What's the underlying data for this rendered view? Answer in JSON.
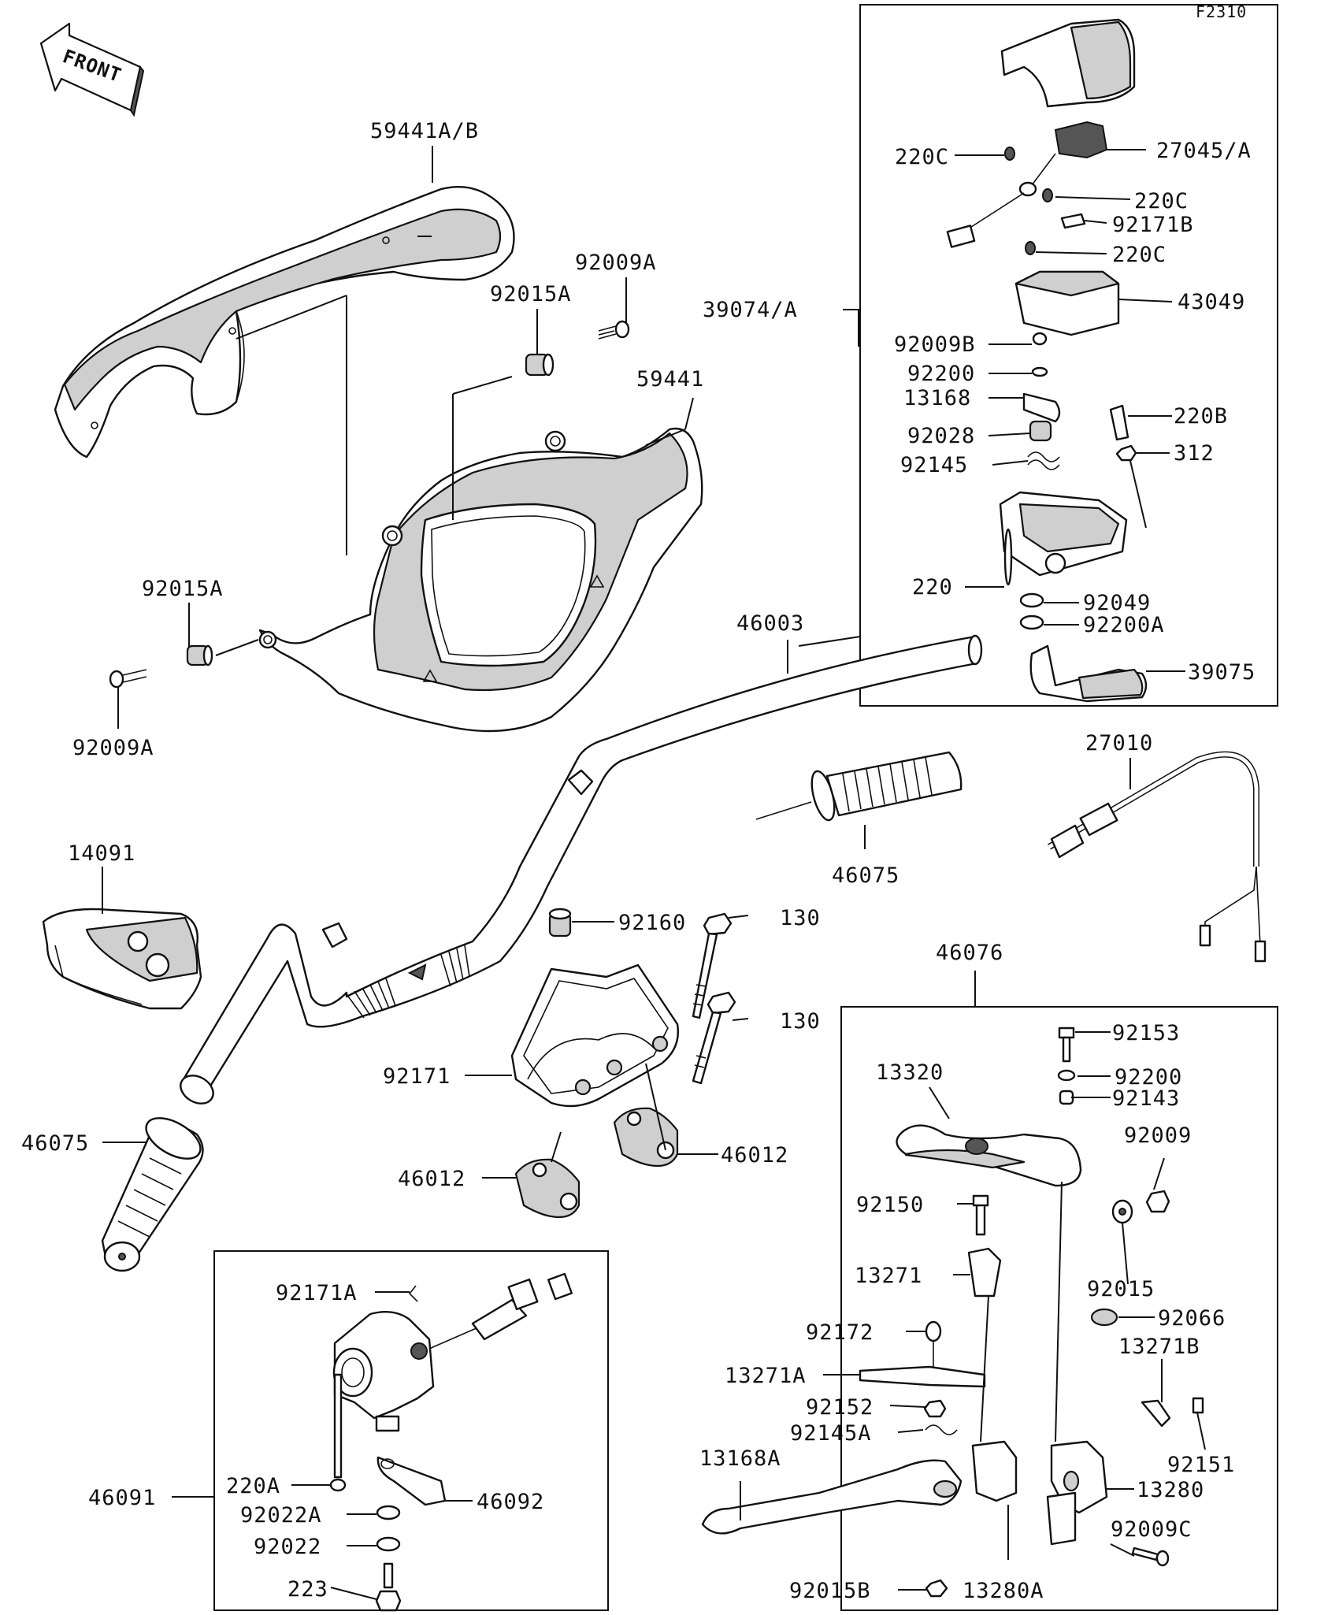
{
  "figure_code": "F2310",
  "front_label": "FRONT",
  "labels": [
    {
      "id": "59441ab",
      "text": "59441A/B"
    },
    {
      "id": "92009a-top",
      "text": "92009A"
    },
    {
      "id": "92015a-top",
      "text": "92015A"
    },
    {
      "id": "59441",
      "text": "59441"
    },
    {
      "id": "92015a-left",
      "text": "92015A"
    },
    {
      "id": "92009a-left",
      "text": "92009A"
    },
    {
      "id": "46003",
      "text": "46003"
    },
    {
      "id": "39074a",
      "text": "39074/A"
    },
    {
      "id": "220c-1",
      "text": "220C"
    },
    {
      "id": "27045a",
      "text": "27045/A"
    },
    {
      "id": "220c-2",
      "text": "220C"
    },
    {
      "id": "92171b",
      "text": "92171B"
    },
    {
      "id": "220c-3",
      "text": "220C"
    },
    {
      "id": "43049",
      "text": "43049"
    },
    {
      "id": "92009b",
      "text": "92009B"
    },
    {
      "id": "92200-top",
      "text": "92200"
    },
    {
      "id": "13168",
      "text": "13168"
    },
    {
      "id": "220b",
      "text": "220B"
    },
    {
      "id": "92028",
      "text": "92028"
    },
    {
      "id": "312",
      "text": "312"
    },
    {
      "id": "92145",
      "text": "92145"
    },
    {
      "id": "220",
      "text": "220"
    },
    {
      "id": "92049",
      "text": "92049"
    },
    {
      "id": "92200a",
      "text": "92200A"
    },
    {
      "id": "39075",
      "text": "39075"
    },
    {
      "id": "27010",
      "text": "27010"
    },
    {
      "id": "46075-right",
      "text": "46075"
    },
    {
      "id": "14091",
      "text": "14091"
    },
    {
      "id": "92160",
      "text": "92160"
    },
    {
      "id": "130-1",
      "text": "130"
    },
    {
      "id": "130-2",
      "text": "130"
    },
    {
      "id": "46076",
      "text": "46076"
    },
    {
      "id": "92171",
      "text": "92171"
    },
    {
      "id": "46075-left",
      "text": "46075"
    },
    {
      "id": "46012-left",
      "text": "46012"
    },
    {
      "id": "46012-right",
      "text": "46012"
    },
    {
      "id": "92153",
      "text": "92153"
    },
    {
      "id": "13320",
      "text": "13320"
    },
    {
      "id": "92200-right",
      "text": "92200"
    },
    {
      "id": "92143",
      "text": "92143"
    },
    {
      "id": "92009",
      "text": "92009"
    },
    {
      "id": "92150",
      "text": "92150"
    },
    {
      "id": "13271",
      "text": "13271"
    },
    {
      "id": "92015",
      "text": "92015"
    },
    {
      "id": "92066",
      "text": "92066"
    },
    {
      "id": "92171a",
      "text": "92171A"
    },
    {
      "id": "92172",
      "text": "92172"
    },
    {
      "id": "13271b",
      "text": "13271B"
    },
    {
      "id": "13271a",
      "text": "13271A"
    },
    {
      "id": "92152",
      "text": "92152"
    },
    {
      "id": "92145a",
      "text": "92145A"
    },
    {
      "id": "92151",
      "text": "92151"
    },
    {
      "id": "13168a",
      "text": "13168A"
    },
    {
      "id": "13280",
      "text": "13280"
    },
    {
      "id": "46091",
      "text": "46091"
    },
    {
      "id": "220a",
      "text": "220A"
    },
    {
      "id": "46092",
      "text": "46092"
    },
    {
      "id": "92022a",
      "text": "92022A"
    },
    {
      "id": "92009c",
      "text": "92009C"
    },
    {
      "id": "92022",
      "text": "92022"
    },
    {
      "id": "92015b",
      "text": "92015B"
    },
    {
      "id": "13280a",
      "text": "13280A"
    },
    {
      "id": "223",
      "text": "223"
    }
  ]
}
